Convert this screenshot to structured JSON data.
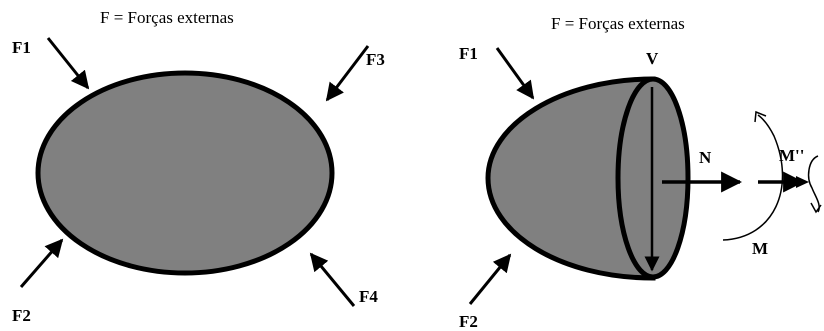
{
  "colors": {
    "body_fill": "#808080",
    "outline": "#000000",
    "background": "#ffffff"
  },
  "left_figure": {
    "caption": "F = Forças externas",
    "forces": [
      "F1",
      "F2",
      "F3",
      "F4"
    ]
  },
  "right_figure": {
    "caption": "F = Forças externas",
    "forces": [
      "F1",
      "F2"
    ],
    "labels": {
      "shear": "V",
      "normal": "N",
      "moment": "M",
      "torsion": "M''"
    }
  }
}
